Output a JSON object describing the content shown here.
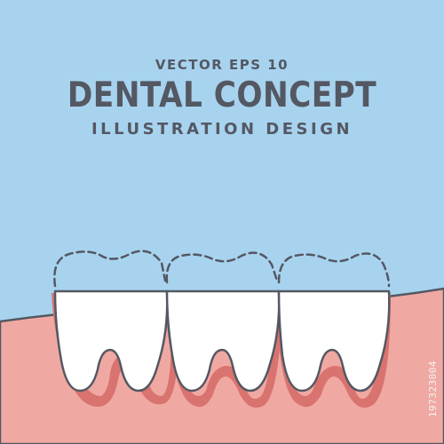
{
  "header": {
    "subtitle_top": "VECTOR EPS 10",
    "title": "DENTAL CONCEPT",
    "subtitle_bottom": "ILLUSTRATION DESIGN"
  },
  "watermark": {
    "stock_id": "197323004"
  },
  "colors": {
    "background": "#a7d3ef",
    "gum": "#f0a9a2",
    "gum_shadow": "#d9736f",
    "tooth": "#ffffff",
    "outline": "#545863"
  },
  "illustration": {
    "tooth_count": 3,
    "dashed_crowns_shown": true
  }
}
